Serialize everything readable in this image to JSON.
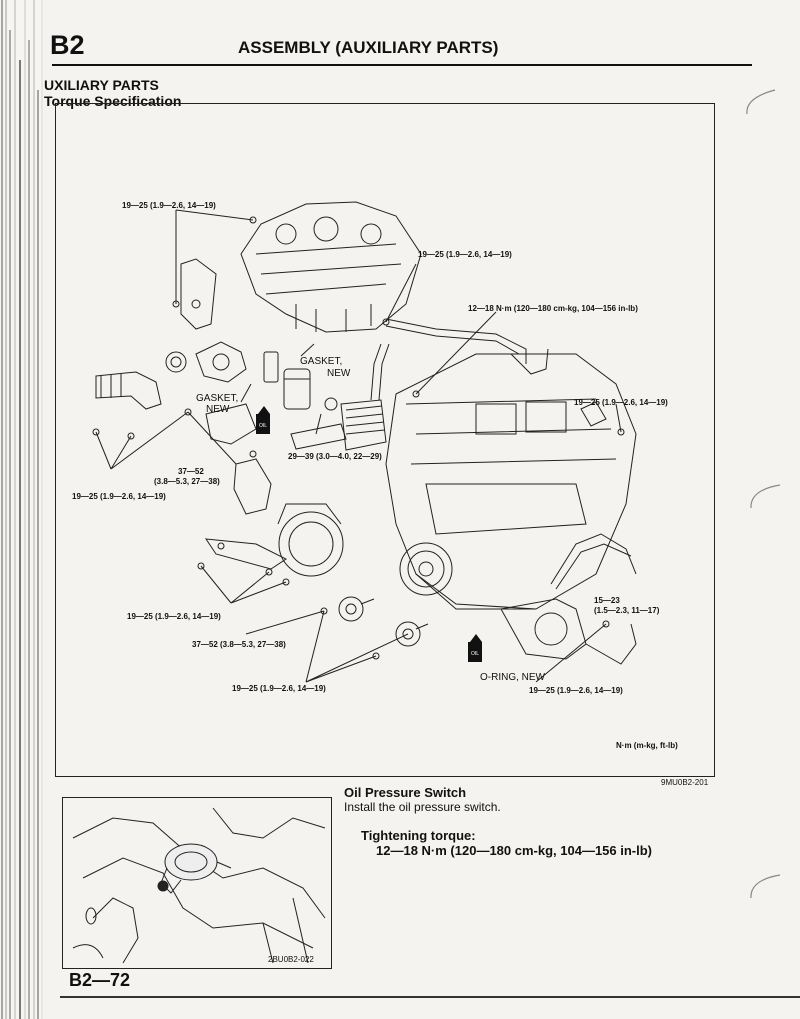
{
  "header": {
    "section_code": "B2",
    "title": "ASSEMBLY (AUXILIARY PARTS)"
  },
  "subheader": {
    "line1": "UXILIARY PARTS",
    "line2": "Torque Specification"
  },
  "diagram": {
    "labels": {
      "t1": "19—25 (1.9—2.6, 14—19)",
      "t2": "19—25 (1.9—2.6, 14—19)",
      "t3": "12—18 N·m (120—180 cm-kg, 104—156 in-lb)",
      "gasket1": "GASKET,",
      "gasket1b": "NEW",
      "gasket2": "GASKET,",
      "gasket2b": "NEW",
      "t4": "19—25 (1.9—2.6, 14—19)",
      "t5": "29—39 (3.0—4.0, 22—29)",
      "t6a": "37—52",
      "t6b": "(3.8—5.3, 27—38)",
      "t7": "19—25 (1.9—2.6, 14—19)",
      "t8": "19—25 (1.9—2.6, 14—19)",
      "t9": "37—52 (3.8—5.3, 27—38)",
      "t10": "19—25 (1.9—2.6, 14—19)",
      "t11a": "15—23",
      "t11b": "(1.5—2.3, 11—17)",
      "oring": "O-RING, NEW",
      "t12": "19—25 (1.9—2.6, 14—19)",
      "units": "N·m (m-kg, ft-lb)",
      "oil1": "OIL",
      "oil2": "OIL"
    },
    "figure_id": "9MU0B2-201"
  },
  "oil_pressure_switch": {
    "title": "Oil Pressure Switch",
    "instruction": "Install the oil pressure switch.",
    "torque_label": "Tightening torque:",
    "torque_value": "12—18 N·m (120—180 cm-kg, 104—156 in-lb)",
    "figure_id": "2BU0B2-022"
  },
  "footer": {
    "page_number": "B2—72"
  }
}
